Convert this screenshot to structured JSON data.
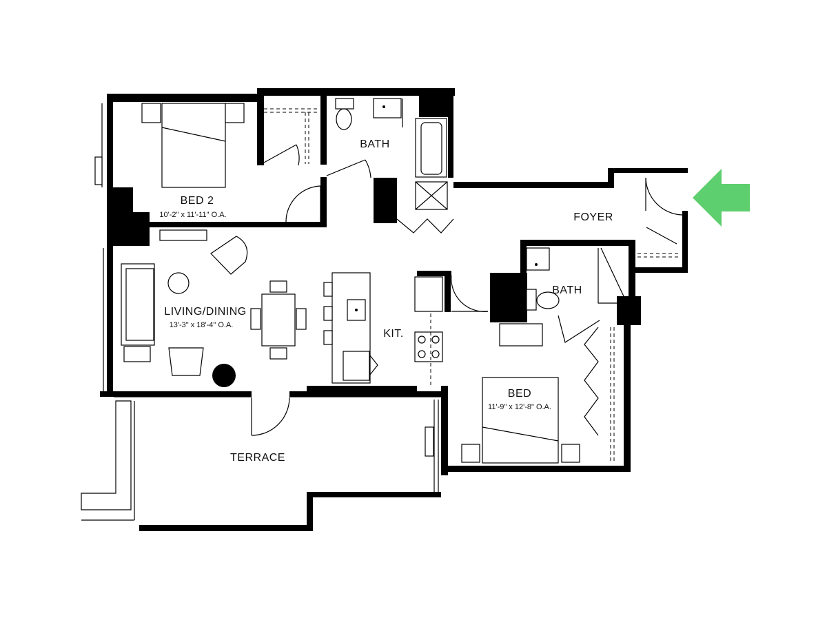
{
  "rooms": {
    "bed2": {
      "label": "BED 2",
      "dimensions": "10'-2\" x 11'-11\" O.A."
    },
    "bath_upper": {
      "label": "BATH"
    },
    "foyer": {
      "label": "FOYER"
    },
    "bath_lower": {
      "label": "BATH"
    },
    "living_dining": {
      "label": "LIVING/DINING",
      "dimensions": "13'-3\" x 18'-4\" O.A."
    },
    "kitchen": {
      "label": "KIT."
    },
    "bed": {
      "label": "BED",
      "dimensions": "11'-9\" x 12'-8\" O.A."
    },
    "terrace": {
      "label": "TERRACE"
    }
  },
  "entry_arrow": {
    "icon": "entry-arrow-icon",
    "color": "#5ecf6e"
  }
}
